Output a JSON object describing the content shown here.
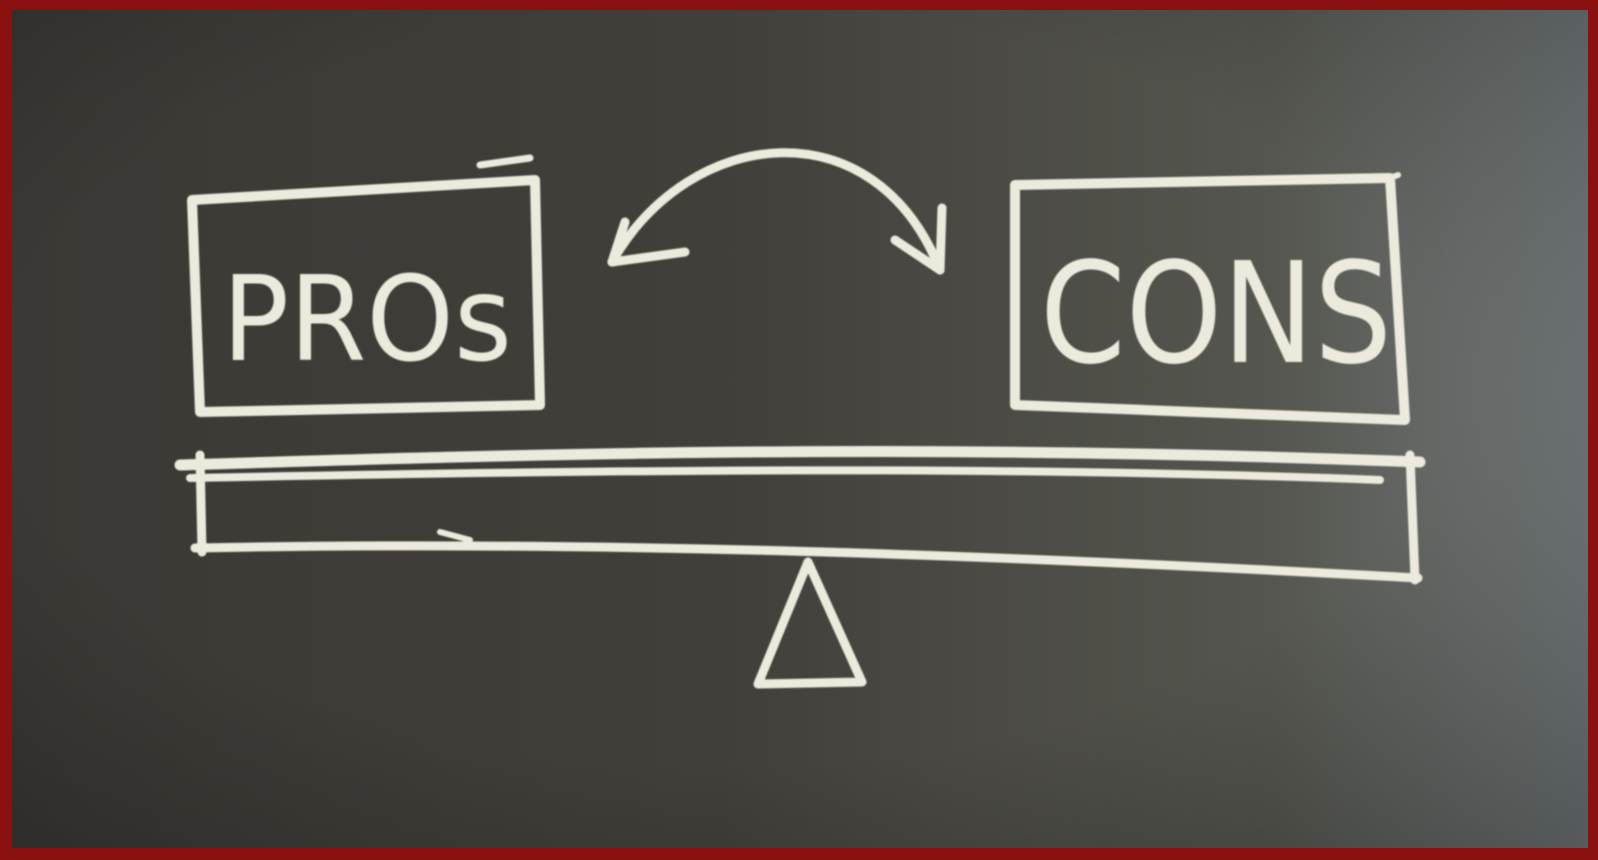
{
  "scene": {
    "pros_label": "PROs",
    "cons_label": "CONS"
  },
  "colors": {
    "border": "#8b1010",
    "chalkboard_left": "#3a3835",
    "chalkboard_mid": "#46443f",
    "chalkboard_right": "#6f7572",
    "chalk": "#ece9dd"
  },
  "icons": {
    "exchange_arrows": "double-headed-curved-arrow",
    "fulcrum": "triangle"
  }
}
